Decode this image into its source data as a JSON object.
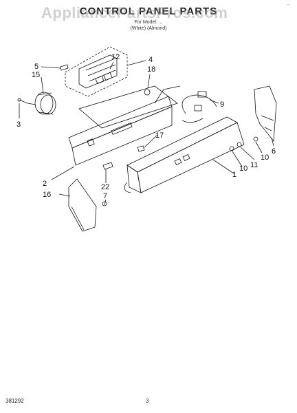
{
  "header": {
    "title": "CONTROL PANEL PARTS",
    "subtitle_line1": "For Model: ...",
    "subtitle_line2": "(White)          (Almond)"
  },
  "watermark": "AppliancePartsPros.com",
  "corner_mark": "-",
  "callouts": [
    "5",
    "15",
    "3",
    "12",
    "4",
    "18",
    "9",
    "17",
    "6",
    "10",
    "11",
    "10",
    "1",
    "2",
    "16",
    "22",
    "7"
  ],
  "footer": {
    "doc_number": "381292",
    "page_number": "3"
  }
}
